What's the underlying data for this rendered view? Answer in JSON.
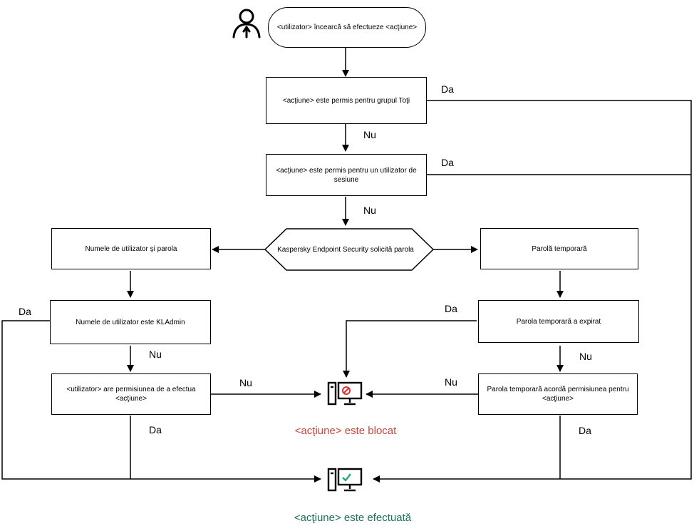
{
  "start": {
    "text": "<utilizator> încearcă să efectueze <acţiune>"
  },
  "boxes": {
    "toti": "<acţiune> este permis pentru grupul Toţi",
    "sesiune": "<acţiune> este permis pentru un utilizator de sesiune",
    "solicita": "Kaspersky Endpoint Security solicită parola",
    "nume_parola": "Numele de utilizator şi parola",
    "parola_temp": "Parolă temporară",
    "kladmin": "Numele de utilizator este KLAdmin",
    "expirat": "Parola temporară a expirat",
    "permisiune_utilizator": "<utilizator> are permisiunea de a efectua <acţiune>",
    "permisiune_temp": "Parola temporară acordă permisiunea pentru <acţiune>"
  },
  "labels": {
    "da_toti": "Da",
    "nu_toti": "Nu",
    "da_sesiune": "Da",
    "nu_sesiune": "Nu",
    "da_kladmin": "Da",
    "nu_kladmin": "Nu",
    "nu_permisiune": "Nu",
    "da_permisiune": "Da",
    "da_expirat": "Da",
    "nu_expirat": "Nu",
    "nu_temp": "Nu",
    "da_temp": "Da"
  },
  "outcomes": {
    "blocked": "<acţiune> este blocat",
    "allowed": "<acţiune> este efectuată"
  },
  "colors": {
    "blocked_text": "#c8463c",
    "allowed_text": "#1a6e5c",
    "blocked_icon": "#d6342c",
    "allowed_icon": "#22a87c"
  }
}
